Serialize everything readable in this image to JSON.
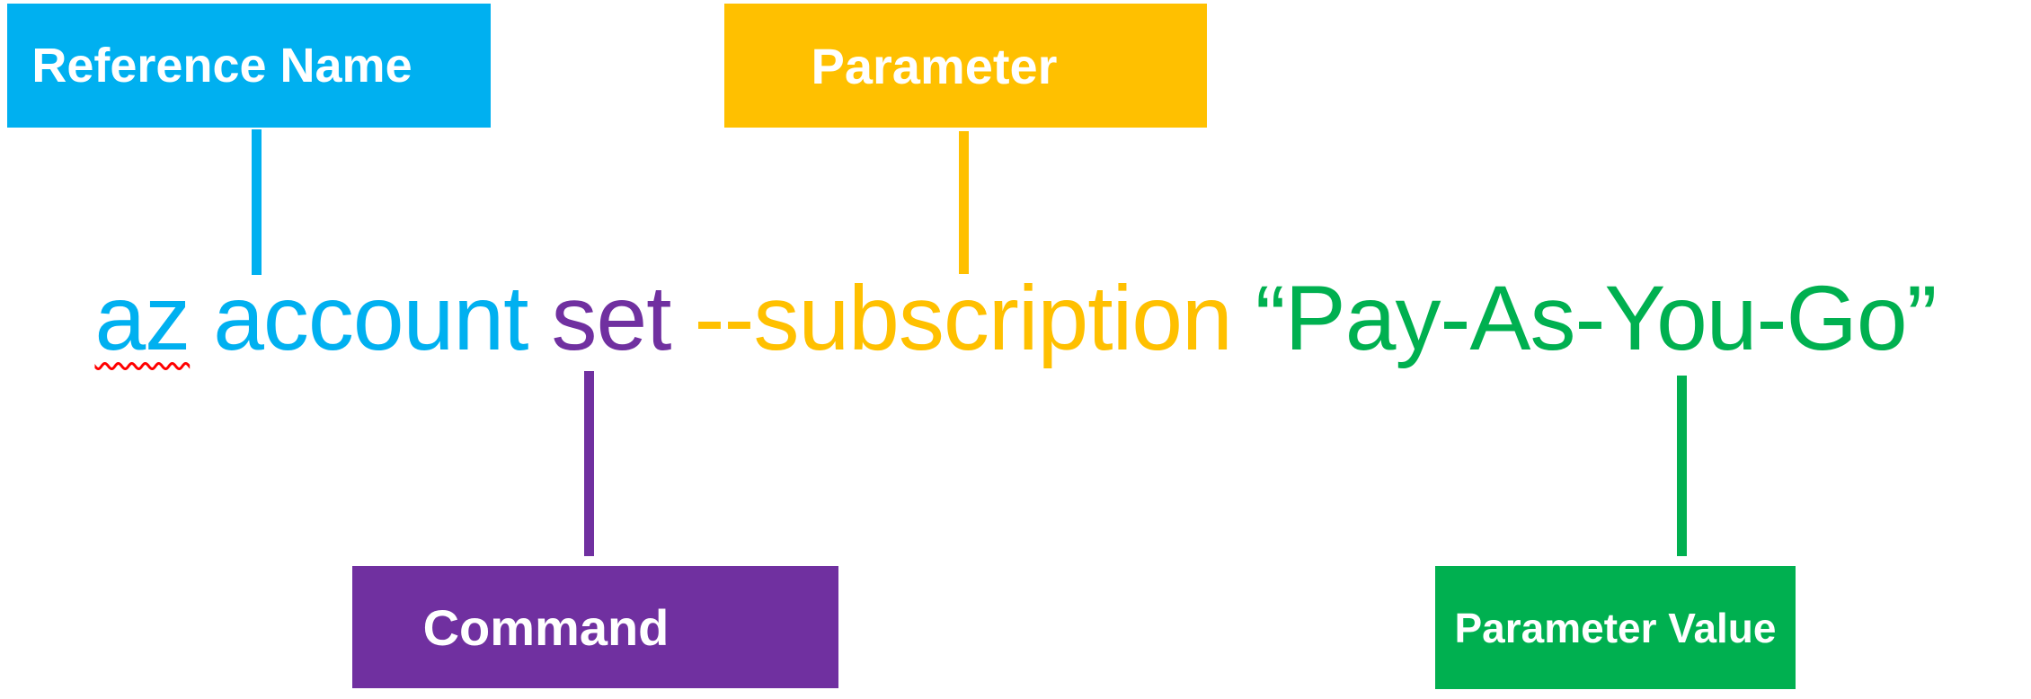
{
  "callouts": {
    "reference_name": {
      "label": "Reference Name",
      "points_to": "az account"
    },
    "parameter": {
      "label": "Parameter",
      "points_to": "--subscription"
    },
    "command": {
      "label": "Command",
      "points_to": "set"
    },
    "parameter_value": {
      "label": "Parameter Value",
      "points_to": "“Pay-As-You-Go”"
    }
  },
  "command_line": {
    "full_text": "az account set --subscription “Pay-As-You-Go”",
    "ref_part1": "az",
    "ref_part2": "account",
    "command": "set",
    "parameter": "--subscription",
    "value": "“Pay-As-You-Go”"
  },
  "colors": {
    "blue": "#00B0F0",
    "gold": "#FFC000",
    "purple": "#7030A0",
    "green": "#00B050",
    "label_text": "#FFFFFF",
    "background": "#FFFFFF",
    "spellcheck": "#FF0000"
  }
}
